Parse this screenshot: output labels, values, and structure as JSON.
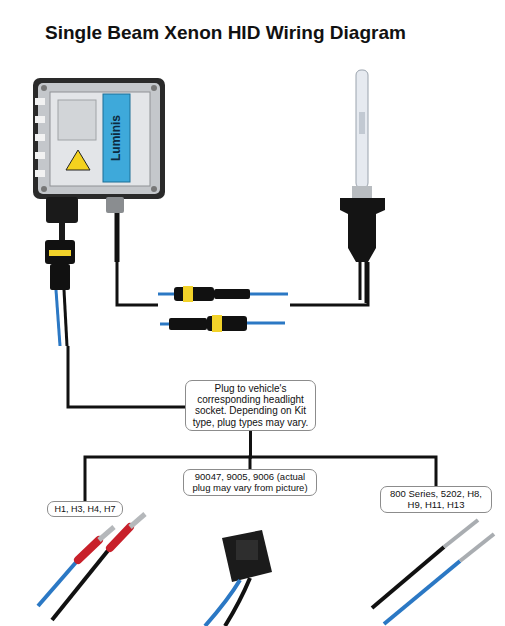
{
  "diagram": {
    "title": "Single Beam Xenon HID Wiring Diagram",
    "nodes": [
      {
        "text": [
          "Plug to vehicle's corresponding headlight socket. Depending on Kit type, plug types may vary."
        ]
      },
      {
        "text": [
          "H1, H3, H4, H7"
        ]
      },
      {
        "text": [
          "90047, 9005, 9006 (actual plug may vary from picture)"
        ]
      },
      {
        "text": [
          "800 Series, 5202, H8, H9, H11, H13"
        ]
      }
    ],
    "edges": [
      {
        "from": 0,
        "to": 1,
        "arrow": "none"
      },
      {
        "from": 0,
        "to": 2,
        "arrow": "none"
      },
      {
        "from": 0,
        "to": 3,
        "arrow": "none"
      }
    ],
    "labels": [
      "Luminis"
    ]
  }
}
